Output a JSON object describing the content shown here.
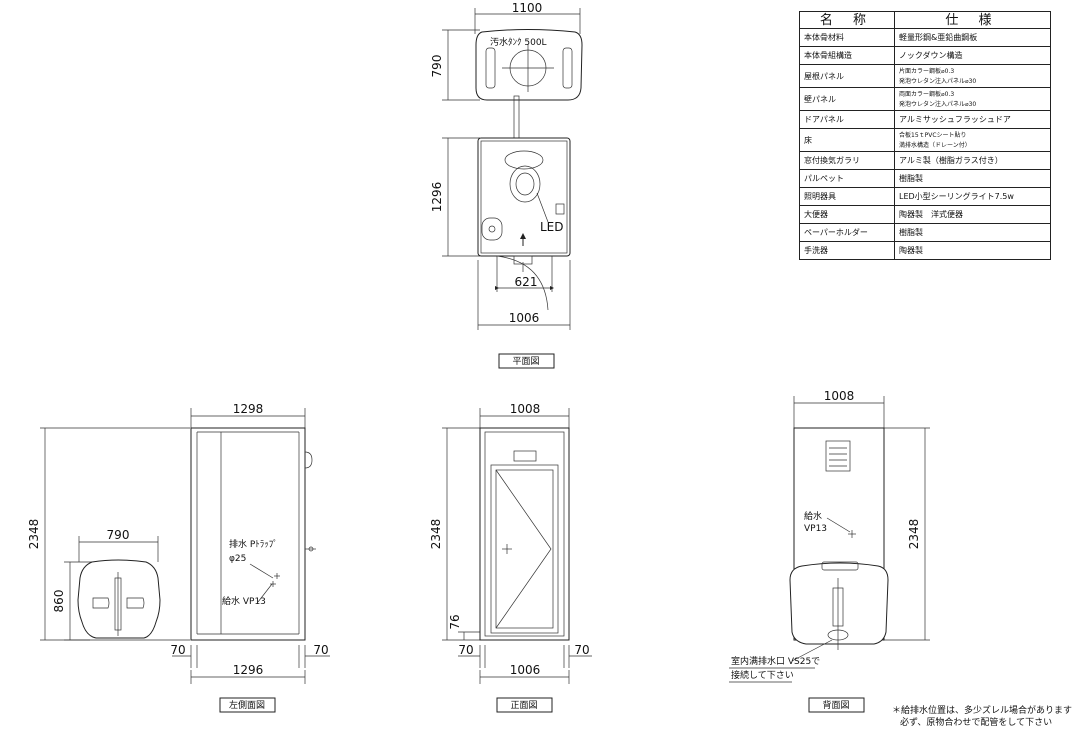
{
  "plan": {
    "title": "平面図",
    "tank_label": "汚水ﾀﾝｸ 500L",
    "tank_width": "1100",
    "tank_depth": "790",
    "booth_depth": "1296",
    "door_width": "621",
    "booth_width": "1006",
    "light_label": "LED"
  },
  "left": {
    "title": "左側面図",
    "top_width": "1298",
    "height": "2348",
    "tank_width": "790",
    "tank_height": "860",
    "bottom_width": "1296",
    "margin_left": "70",
    "margin_right": "70",
    "drain_label_1": "排水 Pﾄﾗｯﾌﾟ",
    "drain_label_2": "φ25",
    "supply_label": "給水 VP13"
  },
  "front": {
    "title": "正面図",
    "top_width": "1008",
    "height": "2348",
    "step": "76",
    "bottom_width": "1006",
    "margin_left": "70",
    "margin_right": "70"
  },
  "back": {
    "title": "背面図",
    "top_width": "1008",
    "height": "2348",
    "supply_label_1": "給水",
    "supply_label_2": "VP13",
    "drain_note_1": "室内满排水口 VS25で",
    "drain_note_2": "接続して下さい"
  },
  "notes": {
    "line1": "＊給排水位置は、多少ズレル場合があります",
    "line2": "必ず、原物合わせで配管をして下さい"
  },
  "spec_table": {
    "header": [
      "名 称",
      "仕 様"
    ],
    "rows": [
      {
        "name": "本体骨材料",
        "value": "軽量形鋼&亜鉛曲鋼板"
      },
      {
        "name": "本体骨組構造",
        "value": "ノックダウン構造"
      },
      {
        "name": "屋根パネル",
        "value": "片面カラー鋼板⌀0.3",
        "value2": "発泡ウレタン注入パネル⌀30"
      },
      {
        "name": "壁パネル",
        "value": "両面カラー鋼板⌀0.3",
        "value2": "発泡ウレタン注入パネル⌀30"
      },
      {
        "name": "ドアパネル",
        "value": "アルミサッシュフラッシュドア"
      },
      {
        "name": "床",
        "value": "合板15ｔPVCシート貼り",
        "value2": "満排水構造（ドレーン付）"
      },
      {
        "name": "窓付換気ガラリ",
        "value": "アルミ製（樹脂ガラス付き）"
      },
      {
        "name": "パルペット",
        "value": "樹脂製"
      },
      {
        "name": "照明器具",
        "value": "LED小型シーリングライト7.5w"
      },
      {
        "name": "大便器",
        "value": "陶器製　洋式便器"
      },
      {
        "name": "ペーパーホルダー",
        "value": "樹脂製"
      },
      {
        "name": "手洗器",
        "value": "陶器製"
      }
    ]
  }
}
